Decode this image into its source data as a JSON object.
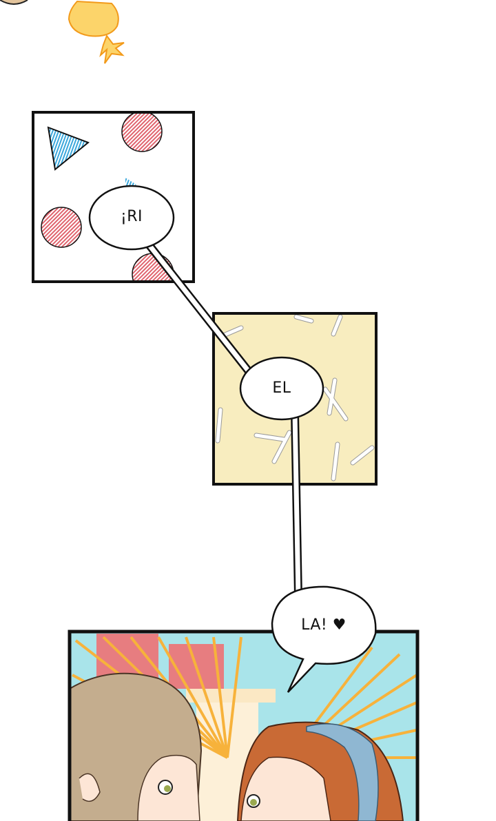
{
  "comic": {
    "bubbles": [
      {
        "text": "¡RI"
      },
      {
        "text": "EL"
      },
      {
        "text": "LA! ♥"
      }
    ]
  },
  "colors": {
    "panel_border": "#111111",
    "panel2_bg": "#f8edbf",
    "panel3_bg": "#a9e4ea",
    "rays": "#f7b23b",
    "triangle": "#3aa7dc",
    "circles": "#e0646e",
    "flower": "#f7b23b"
  },
  "icons": [
    "flower-ornament-icon",
    "triangle-shape-icon",
    "circle-pattern-icon",
    "heart-icon"
  ]
}
